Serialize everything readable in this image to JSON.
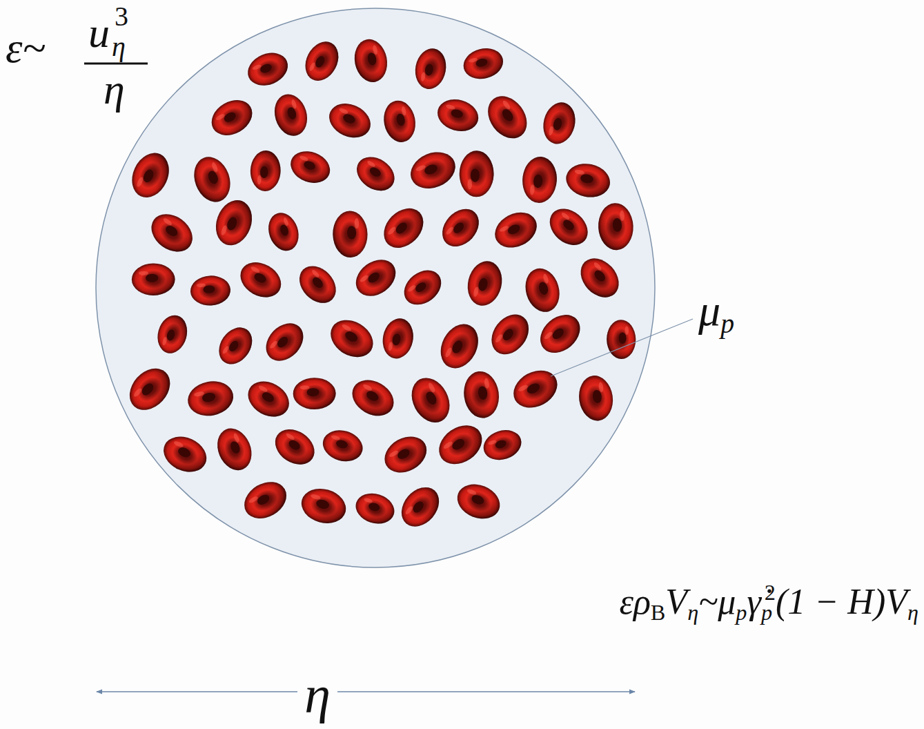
{
  "diagram": {
    "labels": [
      "ε~",
      "u",
      "3",
      "η",
      "η",
      "μ",
      "p",
      "ερ",
      "B",
      "V",
      "η",
      "~μ",
      "p",
      "γ̇",
      "p",
      "2",
      "(1 − H)V",
      "η",
      "η"
    ]
  }
}
